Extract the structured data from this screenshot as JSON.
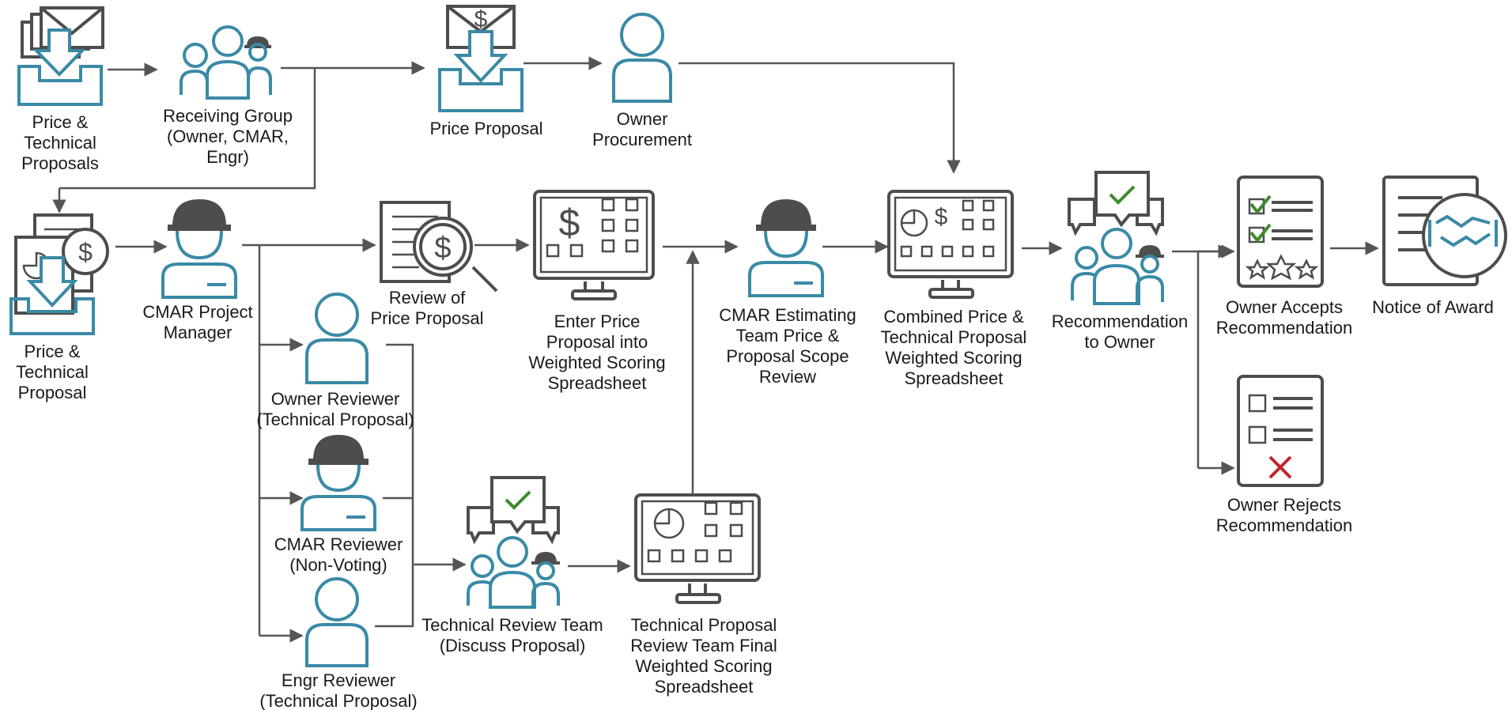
{
  "nodes": {
    "price_tech_proposals": "Price &\nTechnical\nProposals",
    "receiving_group": "Receiving Group\n(Owner, CMAR,\nEngr)",
    "price_proposal": "Price Proposal",
    "owner_procurement": "Owner\nProcurement",
    "price_tech_proposal": "Price &\nTechnical\nProposal",
    "cmar_pm": "CMAR Project\nManager",
    "review_price": "Review of\nPrice Proposal",
    "enter_price": "Enter Price\nProposal into\nWeighted Scoring\nSpreadsheet",
    "cmar_estimating": "CMAR Estimating\nTeam Price &\nProposal Scope\nReview",
    "combined": "Combined Price &\nTechnical Proposal\nWeighted Scoring\nSpreadsheet",
    "recommendation": "Recommendation\nto Owner",
    "owner_accepts": "Owner Accepts\nRecommendation",
    "notice_award": "Notice of Award",
    "owner_rejects": "Owner Rejects\nRecommendation",
    "owner_reviewer": "Owner Reviewer\n(Technical Proposal)",
    "cmar_reviewer": "CMAR Reviewer\n(Non-Voting)",
    "engr_reviewer": "Engr Reviewer\n(Technical Proposal)",
    "tech_review_team": "Technical Review Team\n(Discuss Proposal)",
    "tech_final": "Technical Proposal\nReview Team Final\nWeighted Scoring\nSpreadsheet"
  },
  "symbols": {
    "dollar": "$",
    "check": "✓",
    "cross": "✕"
  },
  "colors": {
    "icon_blue": "#3a8aa6",
    "icon_gray": "#4d4d4d",
    "check_green": "#3f8a2e",
    "cross_red": "#c0262d",
    "arrow": "#555555"
  }
}
